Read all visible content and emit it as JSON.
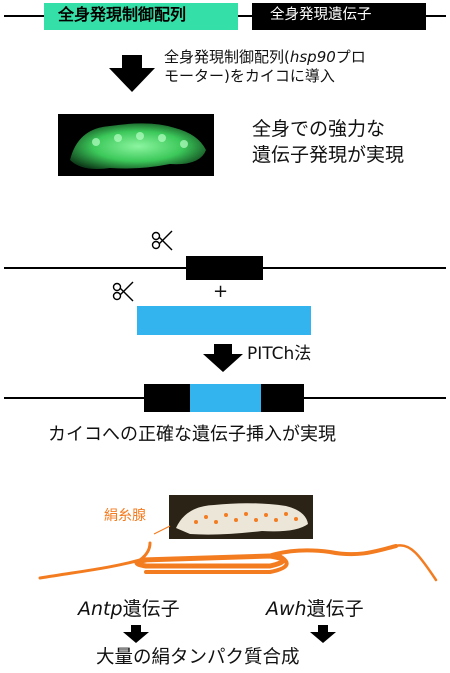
{
  "colors": {
    "teal": "#35e0a8",
    "black": "#000000",
    "blue": "#33b4ee",
    "orange": "#f47c20",
    "silkworm_glow": "#3cc85a"
  },
  "icons": [
    "scissors-icon",
    "down-arrow-icon",
    "silkworm-image"
  ],
  "section1": {
    "promoter_label": "全身発現制御配列",
    "gene_label": "全身発現遺伝子",
    "step_text_line1": "全身発現制御配列(",
    "step_text_italic": "hsp90",
    "step_text_line1_end": "プロ",
    "step_text_line2": "モーター)をカイコに導入",
    "result_line1": "全身での強力な",
    "result_line2": "遺伝子発現が実現"
  },
  "section2": {
    "plus": "+",
    "method": "PITCh法",
    "result": "カイコへの正確な遺伝子挿入が実現"
  },
  "section3": {
    "gland_label": "絹糸腺",
    "gene1_italic": "Antp",
    "gene1_suffix": "遺伝子",
    "gene2_italic": "Awh",
    "gene2_suffix": "遺伝子",
    "result": "大量の絹タンパク質合成"
  }
}
